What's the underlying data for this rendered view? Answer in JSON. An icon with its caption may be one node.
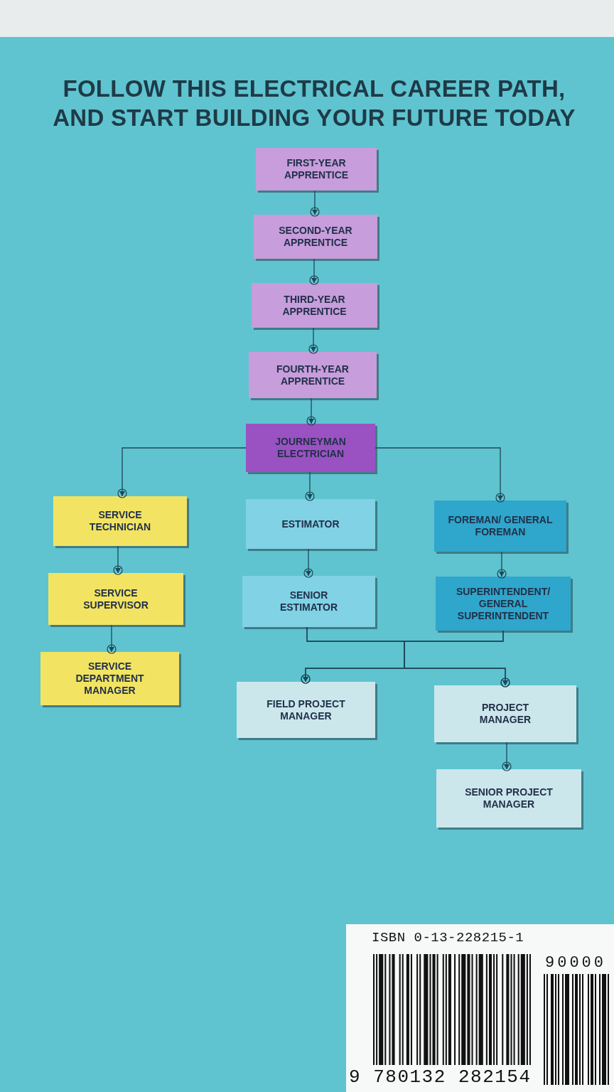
{
  "diagram": {
    "title": "FOLLOW THIS ELECTRICAL CAREER PATH, AND START BUILDING YOUR FUTURE TODAY",
    "nodes": [
      {
        "text": [
          "FIRST-YEAR APPRENTICE"
        ]
      },
      {
        "text": [
          "SECOND-YEAR APPRENTICE"
        ]
      },
      {
        "text": [
          "THIRD-YEAR APPRENTICE"
        ]
      },
      {
        "text": [
          "FOURTH-YEAR APPRENTICE"
        ]
      },
      {
        "text": [
          "JOURNEYMAN ELECTRICIAN"
        ]
      },
      {
        "text": [
          "SERVICE TECHNICIAN"
        ]
      },
      {
        "text": [
          "ESTIMATOR"
        ]
      },
      {
        "text": [
          "FOREMAN/ GENERAL FOREMAN"
        ]
      },
      {
        "text": [
          "SERVICE SUPERVISOR"
        ]
      },
      {
        "text": [
          "SENIOR ESTIMATOR"
        ]
      },
      {
        "text": [
          "SUPERINTENDENT/ GENERAL SUPERINTENDENT"
        ]
      },
      {
        "text": [
          "SERVICE DEPARTMENT MANAGER"
        ]
      },
      {
        "text": [
          "FIELD PROJECT MANAGER"
        ]
      },
      {
        "text": [
          "PROJECT MANAGER"
        ]
      },
      {
        "text": [
          "SENIOR PROJECT MANAGER"
        ]
      }
    ],
    "edges": [
      {
        "from": 0,
        "to": 1,
        "arrow": "to"
      },
      {
        "from": 1,
        "to": 2,
        "arrow": "to"
      },
      {
        "from": 2,
        "to": 3,
        "arrow": "to"
      },
      {
        "from": 3,
        "to": 4,
        "arrow": "to"
      },
      {
        "from": 4,
        "to": 5,
        "arrow": "to"
      },
      {
        "from": 4,
        "to": 6,
        "arrow": "to"
      },
      {
        "from": 4,
        "to": 7,
        "arrow": "to"
      },
      {
        "from": 5,
        "to": 8,
        "arrow": "to"
      },
      {
        "from": 6,
        "to": 9,
        "arrow": "to"
      },
      {
        "from": 7,
        "to": 10,
        "arrow": "to"
      },
      {
        "from": 8,
        "to": 11,
        "arrow": "to"
      },
      {
        "from": 9,
        "to": 12,
        "arrow": "to"
      },
      {
        "from": 9,
        "to": 13,
        "arrow": "to"
      },
      {
        "from": 10,
        "to": 12,
        "arrow": "to"
      },
      {
        "from": 10,
        "to": 13,
        "arrow": "to"
      },
      {
        "from": 13,
        "to": 14,
        "arrow": "to"
      }
    ],
    "labels": [
      "ISBN 0-13-228215-1",
      "90000",
      "9 780132 282154"
    ]
  }
}
